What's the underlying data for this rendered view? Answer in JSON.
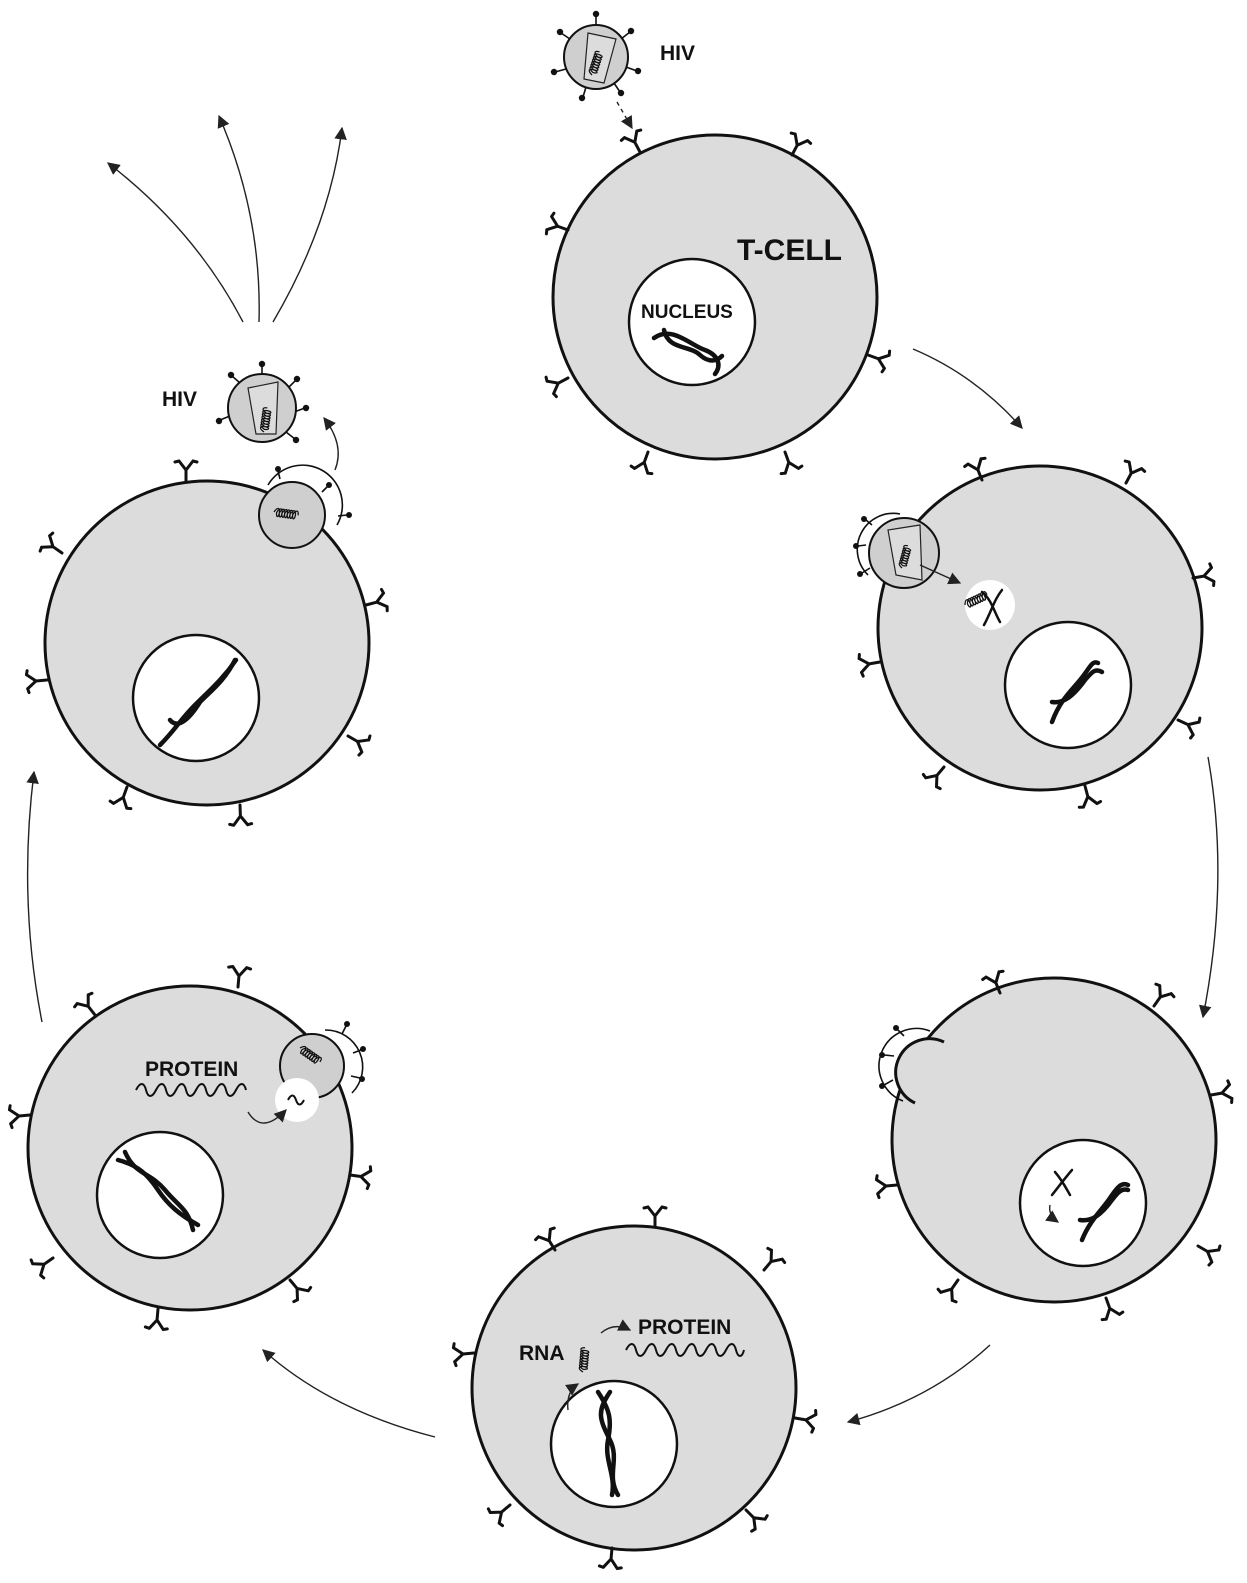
{
  "labels": {
    "hiv_top": "HIV",
    "t_cell": "T-CELL",
    "nucleus": "NUCLEUS",
    "rna": "RNA",
    "protein_bottom": "PROTEIN",
    "protein_left": "PROTEIN",
    "hiv_left": "HIV"
  },
  "colors": {
    "cell_fill": "#dcdcdc",
    "nucleus_fill": "#ffffff",
    "outline": "#111111"
  }
}
